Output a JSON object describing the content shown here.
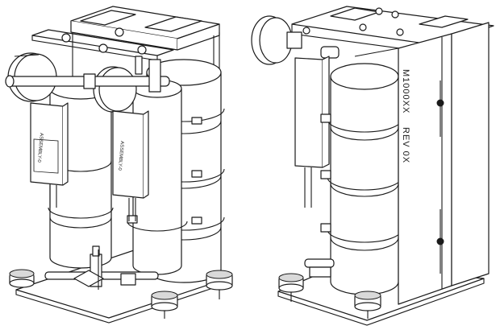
{
  "assembly_right": {
    "part_label": "M1000XX",
    "rev_label": "REV 0X"
  },
  "assembly_left": {
    "tag_text_left": "ASSEMBLY-0",
    "tag_text_right": "ASSEMBLY-0"
  }
}
